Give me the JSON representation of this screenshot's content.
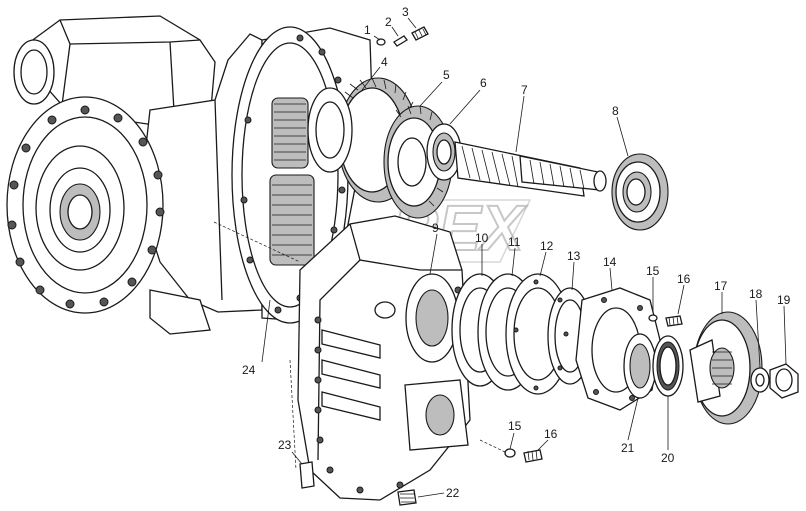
{
  "watermark": {
    "text": "REX"
  },
  "callouts": [
    "1",
    "2",
    "3",
    "4",
    "5",
    "6",
    "7",
    "8",
    "9",
    "10",
    "11",
    "12",
    "13",
    "14",
    "15",
    "16",
    "17",
    "18",
    "19",
    "20",
    "21",
    "22",
    "23",
    "24",
    "15",
    "16"
  ],
  "colors": {
    "line": "#1a1a1a",
    "background": "#ffffff",
    "shade": "#bdbdbd"
  }
}
